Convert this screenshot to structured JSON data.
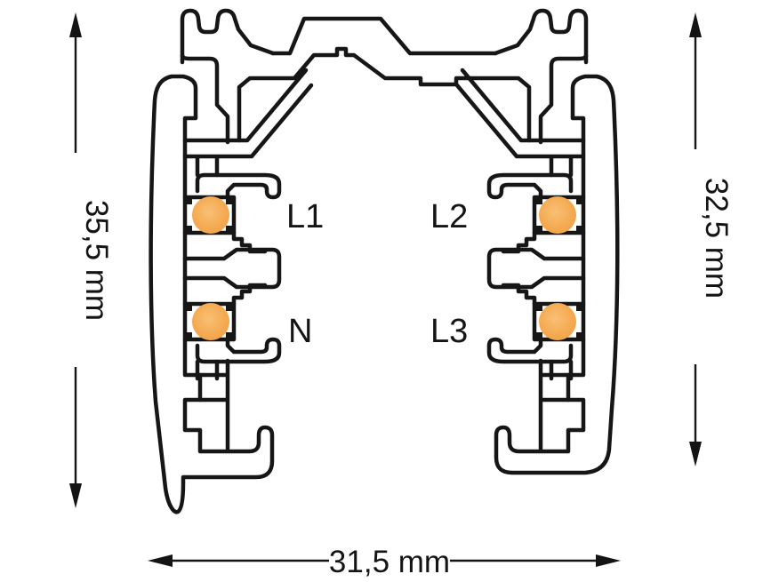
{
  "diagram": {
    "description": "3-circuit lighting track profile cross-section",
    "conductor_labels": {
      "top_left": "L1",
      "top_right": "L2",
      "bottom_left": "N",
      "bottom_right": "L3"
    },
    "dimensions": {
      "left_height": "35,5 mm",
      "right_height": "32,5 mm",
      "bottom_width": "31,5 mm"
    },
    "colors": {
      "line": "#161616",
      "conductor_core": "#f9c076",
      "conductor_mid": "#f4a950",
      "conductor_edge": "#eda04a",
      "background": "#ffffff"
    }
  }
}
